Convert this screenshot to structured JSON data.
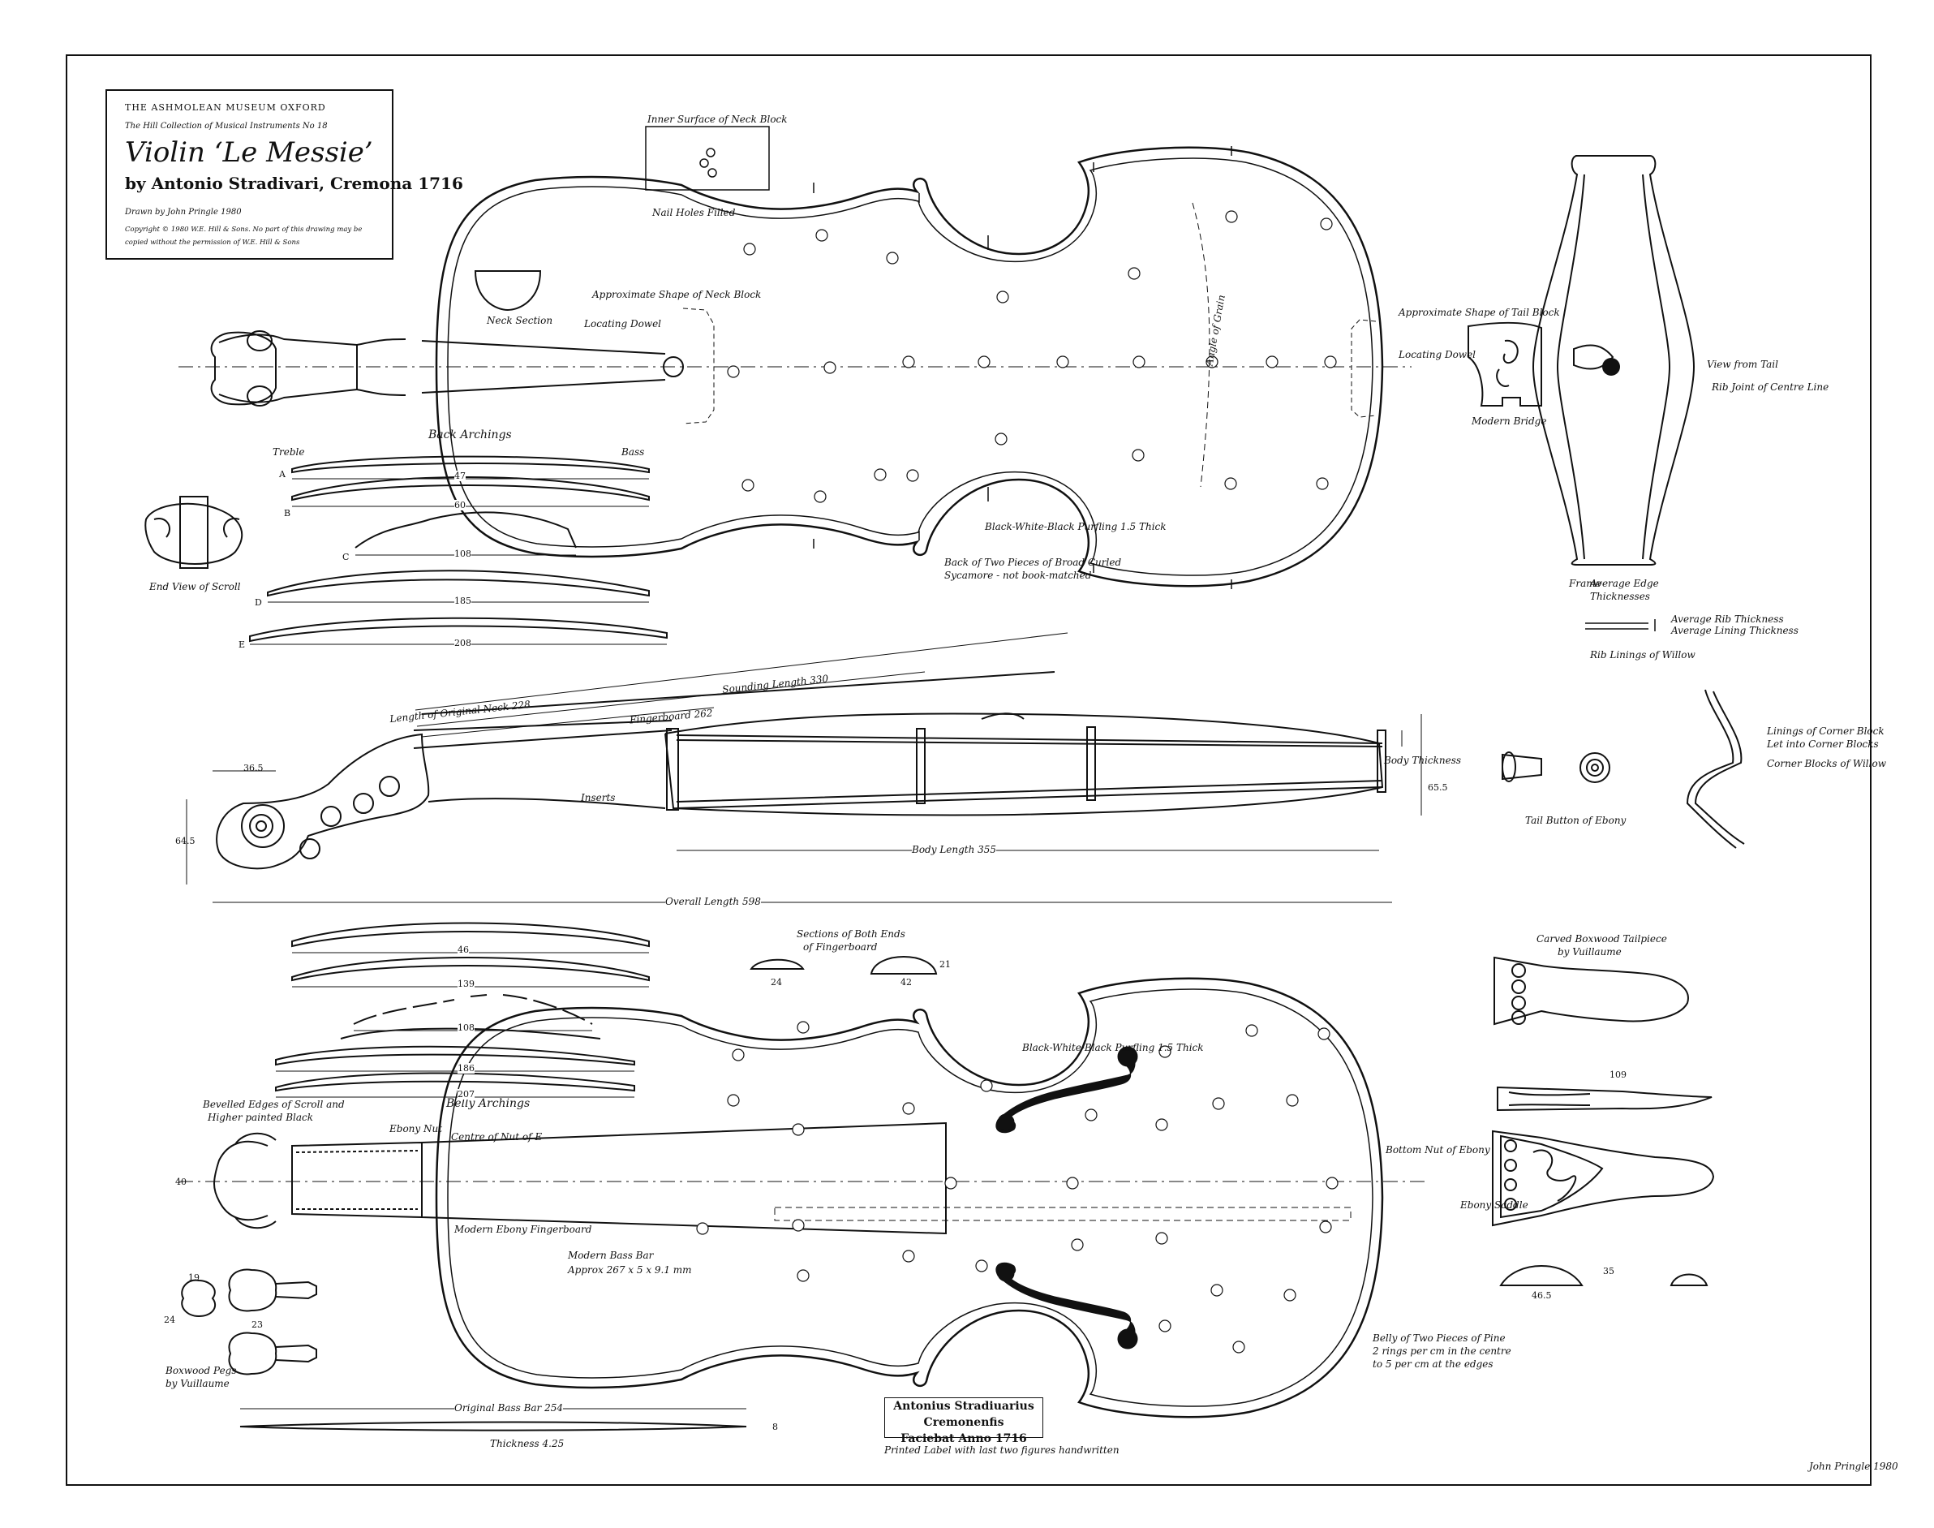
{
  "title_block": {
    "museum": "THE ASHMOLEAN MUSEUM OXFORD",
    "collection": "The Hill Collection of Musical Instruments No 18",
    "instrument": "Violin ‘Le Messie’",
    "maker": "by Antonio Stradivari, Cremona 1716",
    "drawn_by": "Drawn by John Pringle 1980",
    "copyright_1": "Copyright © 1980 W.E. Hill & Sons. No part of this drawing may be",
    "copyright_2": "copied without the permission of W.E. Hill & Sons"
  },
  "labels": {
    "inner_surface": "Inner Surface of Neck Block",
    "nail_holes": "Nail Holes Filled",
    "neck_section": "Neck Section",
    "approx_neck_block": "Approximate Shape of Neck Block",
    "locating_dowel": "Locating Dowel",
    "angle_of_grain": "Angle of Grain",
    "approx_tail_block": "Approximate Shape of Tail Block",
    "locating_dowel_2": "Locating Dowel",
    "view_from_tail": "View from Tail",
    "rib_joint": "Rib Joint of Centre Line",
    "modern_bridge": "Modern Bridge",
    "back_archings": "Back Archings",
    "treble": "Treble",
    "bass": "Bass",
    "end_view_scroll": "End View of Scroll",
    "black_white_black_back": "Black-White-Black Purfling 1.5 Thick",
    "back_material_1": "Back of Two Pieces of Broad Curled",
    "back_material_2": "Sycamore - not book-matched",
    "average_edge": "Average Edge",
    "thicknesses": "Thicknesses",
    "frame": "Frame",
    "avg_rib": "Average Rib Thickness",
    "avg_lining": "Average Lining Thickness",
    "rib_linings": "Rib Linings of Willow",
    "length_neck": "Length of Original Neck 228",
    "string_length": "Sounding Length 330",
    "fingerboard": "Fingerboard 262",
    "inserts": "Inserts",
    "body_thickness": "Body Thickness",
    "body_length": "Body Length 355",
    "overall_length": "Overall Length 598",
    "dim_36": "36.5",
    "dim_64": "64.5",
    "dim_65": "65.5",
    "tail_button": "Tail Button of Ebony",
    "linings_corner": "Linings of Corner Block",
    "cut_into_corner": "Let into Corner Blocks",
    "corner_blocks": "Corner Blocks of Willow",
    "section_fingerboard_1": "Sections of Both Ends",
    "section_fingerboard_2": "of Fingerboard",
    "dim_24": "24",
    "dim_42": "42",
    "dim_21": "21",
    "belly_archings": "Belly Archings",
    "ebony_nut": "Ebony Nut",
    "centre_nut": "Centre of Nut of E",
    "beveled_1": "Bevelled Edges of Scroll and",
    "beveled_2": "Higher painted Black",
    "modern_fingerboard": "Modern Ebony Fingerboard",
    "modern_bass_bar": "Modern Bass Bar",
    "bass_bar_dims": "Approx 267 x 5 x 9.1 mm",
    "black_white_black_belly": "Black-White-Black Purfling 1.5 Thick",
    "bottom_nut": "Bottom Nut of Ebony",
    "ebony_saddle": "Ebony Saddle",
    "carved_tailpiece_1": "Carved Boxwood Tailpiece",
    "carved_tailpiece_2": "by Vuillaume",
    "dim_109": "109",
    "belly_material_1": "Belly of Two Pieces of Pine",
    "belly_material_2": "2 rings per cm in the centre",
    "belly_material_3": "to 5 per cm at the edges",
    "boxwood_pegs_1": "Boxwood Pegs",
    "boxwood_pegs_2": "by Vuillaume",
    "original_bass_bar": "Original Bass Bar 254",
    "thickness_bar": "Thickness 4.25",
    "printed_label": "Printed Label with last two figures handwritten",
    "label_line_1": "Antonius Stradiuarius Cremonenfis",
    "label_line_2": "Faciebat Anno 1716",
    "signature": "John Pringle 1980",
    "arch_A": "A",
    "arch_B": "B",
    "arch_C": "C",
    "arch_D": "D",
    "arch_E": "E",
    "back_dim_47": "47",
    "back_dim_60": "60",
    "back_dim_108": "108",
    "back_dim_185": "185",
    "back_dim_208": "208",
    "belly_dim_46": "46",
    "belly_dim_139": "139",
    "belly_dim_108": "108",
    "belly_dim_186": "186",
    "belly_dim_207": "207",
    "dim_40": "40",
    "dim_46": "46.5",
    "dim_35": "35",
    "dim_8": "8",
    "dim_23": "23",
    "dim_19": "19",
    "dim_24b": "24"
  }
}
